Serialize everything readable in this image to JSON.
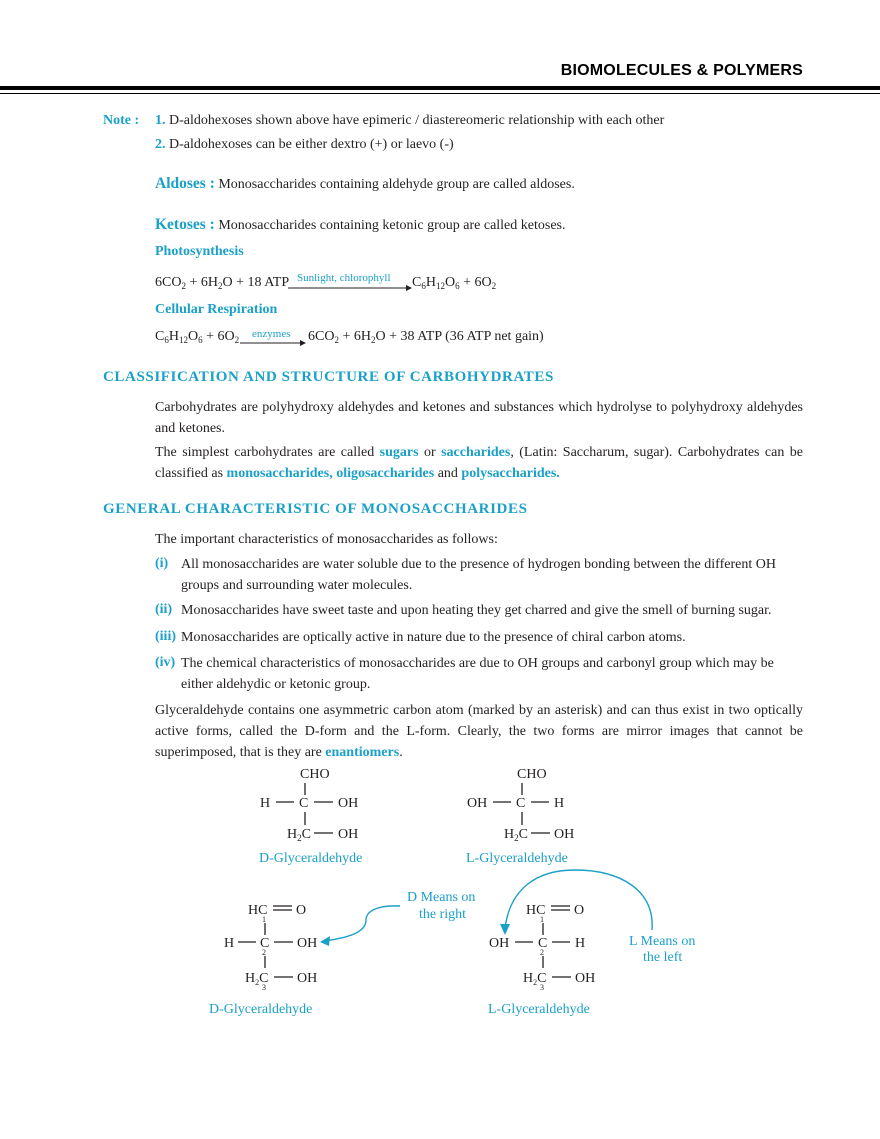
{
  "header": {
    "title": "BIOMOLECULES & POLYMERS"
  },
  "note": {
    "label": "Note :",
    "items": [
      {
        "num": "1.",
        "text": "D-aldohexoses shown above have epimeric / diastereomeric relationship with each other"
      },
      {
        "num": "2.",
        "text": "D-aldohexoses can be either dextro (+) or laevo (-)"
      }
    ]
  },
  "aldoses": {
    "term": "Aldoses :",
    "text": "Monosaccharides containing aldehyde group are called aldoses."
  },
  "ketoses": {
    "term": "Ketoses :",
    "text": "Monosaccharides containing ketonic group are called ketoses."
  },
  "photosynthesis": {
    "heading": "Photosynthesis",
    "condition": "Sunlight, chlorophyll",
    "reactants": [
      "6CO",
      "2",
      " + 6H",
      "2",
      "O + 18 ATP"
    ],
    "products": [
      "C",
      "6",
      "H",
      "12",
      "O",
      "6",
      " + 6O",
      "2"
    ]
  },
  "respiration": {
    "heading": "Cellular Respiration",
    "condition": "enzymes",
    "reactants": [
      "C",
      "6",
      "H",
      "12",
      "O",
      "6",
      " + 6O",
      "2"
    ],
    "products": [
      "6CO",
      "2",
      " + 6H",
      "2",
      "O + 38 ATP (36 ATP net gain)"
    ]
  },
  "classification": {
    "heading": "CLASSIFICATION AND STRUCTURE OF CARBOHYDRATES",
    "para1": "Carbohydrates are polyhydroxy aldehydes and ketones and substances which hydrolyse to polyhydroxy aldehydes and ketones.",
    "para2": {
      "t1": "The simplest carbohydrates are called ",
      "h1": "sugars",
      "t2": " or ",
      "h2": "saccharides",
      "t3": ", (Latin: Saccharum, sugar). Carbohydrates can be classified as ",
      "h3": "monosaccharides, oligosaccharides",
      "t4": " and ",
      "h4": "polysaccharides.",
      "t5": ""
    }
  },
  "general": {
    "heading": "GENERAL CHARACTERISTIC OF MONOSACCHARIDES",
    "intro": "The important characteristics of monosaccharides as follows:",
    "items": [
      {
        "num": "(i)",
        "text": "All monosaccharides are water soluble due to the presence of hydrogen bonding between the different OH groups and surrounding water molecules."
      },
      {
        "num": "(ii)",
        "text": "Monosaccharides have sweet taste and upon heating they get charred and give the smell of burning sugar."
      },
      {
        "num": "(iii)",
        "text": "Monosaccharides are optically active in nature due to the presence of chiral carbon atoms."
      },
      {
        "num": "(iv)",
        "text": "The chemical characteristics of monosaccharides are due to OH groups and carbonyl group which may be either aldehydic or ketonic group."
      }
    ],
    "glyceraldehyde": {
      "text": "Glyceraldehyde contains one asymmetric carbon atom (marked by an asterisk) and can thus exist in two optically active forms, called the D-form and the L-form. Clearly, the two forms are mirror images that cannot be superimposed, that is they are ",
      "highlight": "enantiomers",
      "end": "."
    }
  },
  "structures": {
    "top_d": {
      "top": "CHO",
      "left": "H",
      "center": "C",
      "right": "OH",
      "bottom_c": "H",
      "bottom_sub": "2",
      "bottom_c2": "C",
      "bottom_r": "OH",
      "caption": "D-Glyceraldehyde"
    },
    "top_l": {
      "top": "CHO",
      "left": "OH",
      "center": "C",
      "right": "H",
      "bottom_c": "H",
      "bottom_sub": "2",
      "bottom_c2": "C",
      "bottom_r": "OH",
      "caption": "L-Glyceraldehyde"
    },
    "bot_d": {
      "top": "HC",
      "top_r": "O",
      "left": "H",
      "center": "C",
      "right": "OH",
      "bottom_r": "OH",
      "num1": "1",
      "num2": "2",
      "num3": "3",
      "h2": "H",
      "h2sub": "2",
      "h2c": "C",
      "caption": "D-Glyceraldehyde"
    },
    "bot_l": {
      "top": "HC",
      "top_r": "O",
      "left": "OH",
      "center": "C",
      "right": "H",
      "bottom_r": "OH",
      "num1": "1",
      "num2": "2",
      "num3": "3",
      "h2": "H",
      "h2sub": "2",
      "h2c": "C",
      "caption": "L-Glyceraldehyde"
    },
    "d_note": "D Means on the right",
    "d_note_l1": "D Means on",
    "d_note_l2": "the right",
    "l_note_l1": "L Means on",
    "l_note_l2": "the left"
  },
  "colors": {
    "accent": "#1ba0c8",
    "text": "#231f20"
  }
}
